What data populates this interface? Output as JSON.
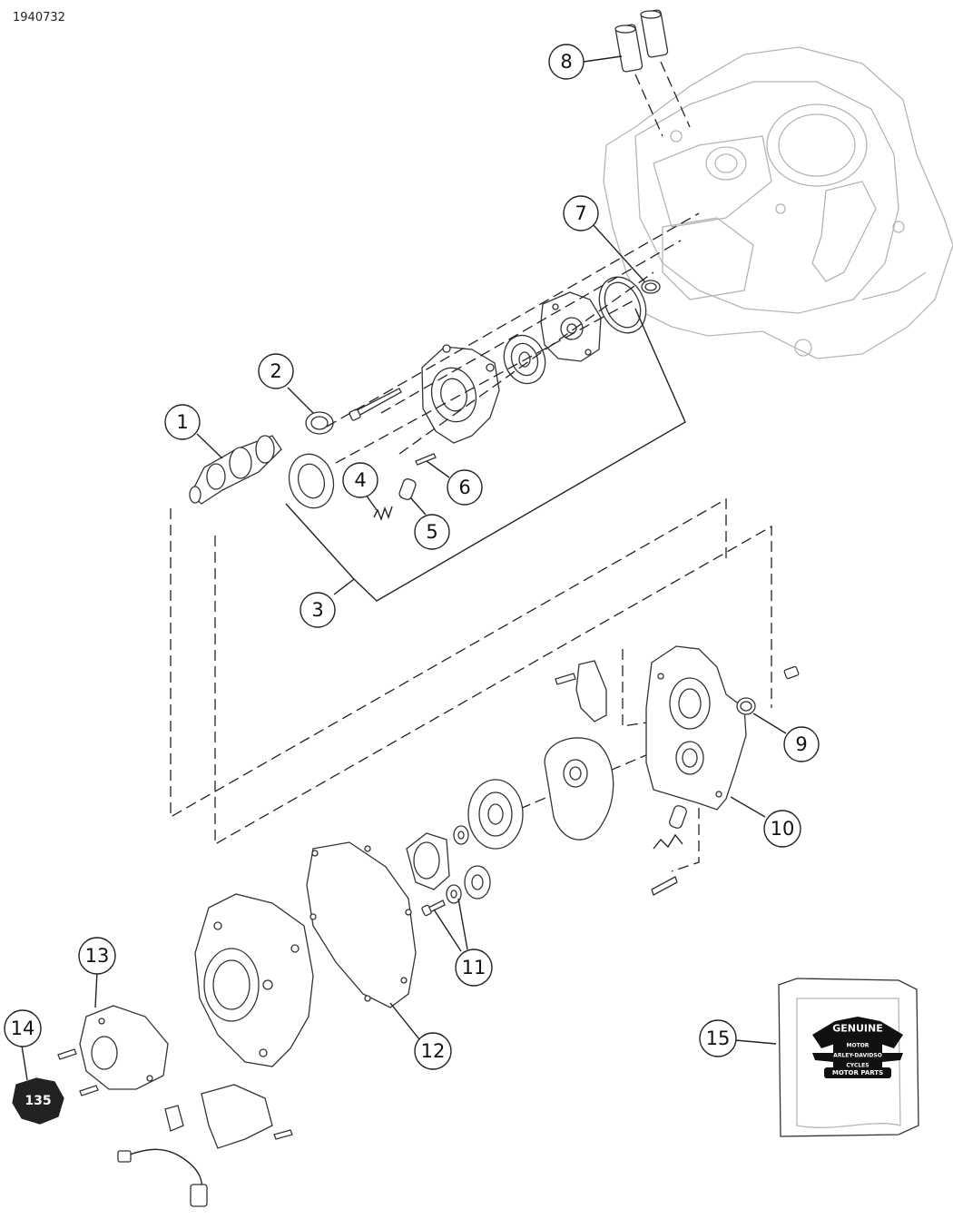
{
  "diagram": {
    "id": "1940732",
    "callouts": [
      {
        "label": "1"
      },
      {
        "label": "2"
      },
      {
        "label": "3"
      },
      {
        "label": "4"
      },
      {
        "label": "5"
      },
      {
        "label": "6"
      },
      {
        "label": "7"
      },
      {
        "label": "8"
      },
      {
        "label": "9"
      },
      {
        "label": "10"
      },
      {
        "label": "11"
      },
      {
        "label": "12"
      },
      {
        "label": "13"
      },
      {
        "label": "14"
      },
      {
        "label": "15"
      }
    ],
    "logo": {
      "top_text": "GENUINE",
      "brand_text": "HARLEY-DAVIDSON",
      "motor_text": "MOTOR",
      "cycles_text": "CYCLES",
      "bottom_text": "MOTOR PARTS"
    },
    "badge": {
      "text": "135"
    }
  }
}
